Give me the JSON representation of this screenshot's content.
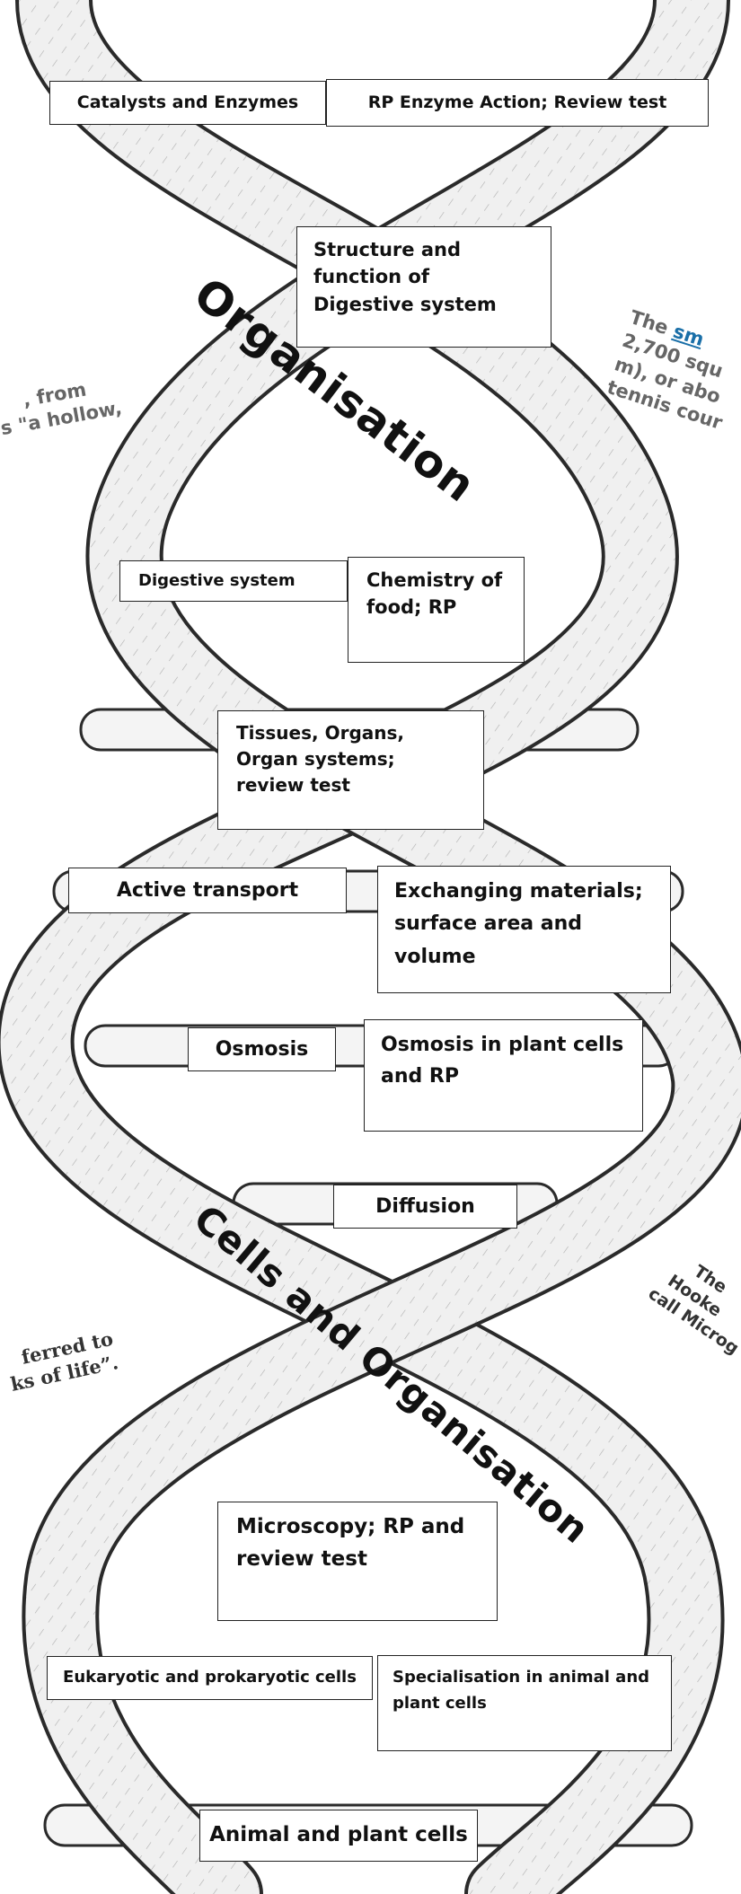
{
  "topics": {
    "catalysts": "Catalysts and Enzymes",
    "rp_enzyme": "RP Enzyme Action; Review test",
    "digestive_structure": "Structure and function of Digestive system",
    "digestive_system": "Digestive system",
    "chemistry_food": "Chemistry of food; RP",
    "tissues": "Tissues, Organs, Organ systems; review test",
    "active_transport": "Active transport",
    "exchanging": "Exchanging materials; surface area and volume",
    "osmosis": "Osmosis",
    "osmosis_plant": "Osmosis in plant cells and RP",
    "diffusion": "Diffusion",
    "microscopy": "Microscopy; RP and review test",
    "eukaryotic": "Eukaryotic and prokaryotic cells",
    "specialisation": "Specialisation in animal and plant cells",
    "animal_plant": "Animal and plant cells"
  },
  "themes": {
    "organisation": "Organisation",
    "cells_org": "Cells and Organisation"
  },
  "fragments": {
    "left_top_1": ", from",
    "left_top_2": "s \"a hollow,",
    "right_top_1a": "The ",
    "right_top_1b": "sm",
    "right_top_2": "2,700 squ",
    "right_top_3": "m), or abo",
    "right_top_4": "tennis cour",
    "left_bottom_1": "ferred to",
    "left_bottom_2": "ks of life”.",
    "right_bottom_1": "The",
    "right_bottom_2": "Hooke",
    "right_bottom_3": "call Microg"
  },
  "colors": {
    "ink": "#2a2a2a",
    "ribbon": "#efefef",
    "link": "#1a6fa8"
  }
}
